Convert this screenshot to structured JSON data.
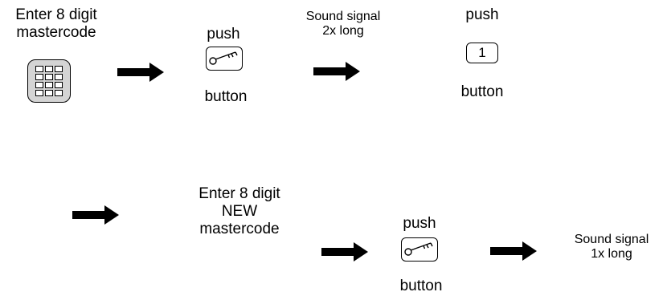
{
  "step1": {
    "line1": "Enter 8 digit",
    "line2": "mastercode"
  },
  "step2": {
    "top": "push",
    "bottom": "button"
  },
  "step3": {
    "line1": "Sound signal",
    "line2": "2x long"
  },
  "step4": {
    "top": "push",
    "key": "1",
    "bottom": "button"
  },
  "step5": {
    "line1": "Enter 8 digit",
    "line2": "NEW",
    "line3": "mastercode"
  },
  "step6": {
    "top": "push",
    "bottom": "button"
  },
  "step7": {
    "line1": "Sound signal",
    "line2": "1x long"
  },
  "icons": {
    "keypad": "keypad-icon",
    "key": "key-icon",
    "arrow": "arrow-right-icon"
  }
}
